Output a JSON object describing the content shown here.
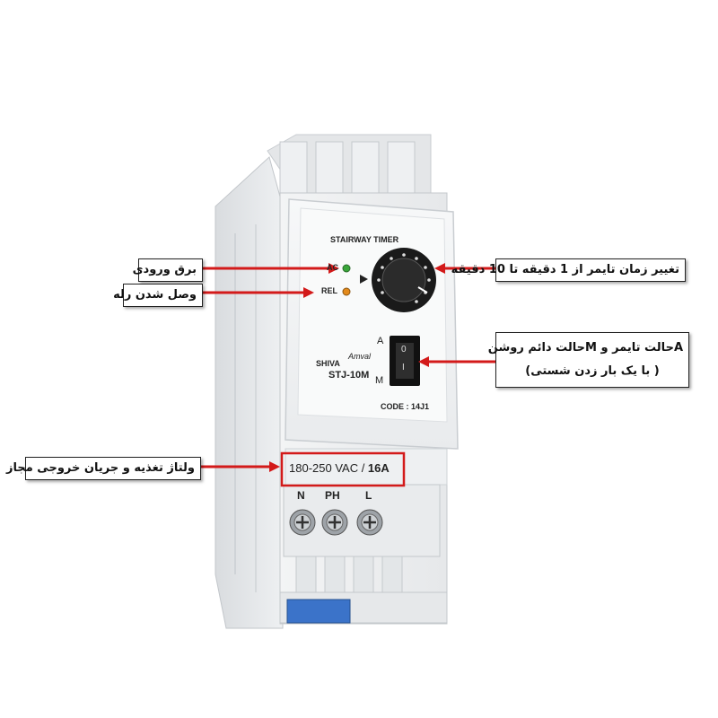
{
  "device": {
    "header": "STAIRWAY TIMER",
    "ac_label": "AC",
    "rel_label": "REL",
    "brand_left": "SHIVA",
    "brand_right": "Amval",
    "model": "STJ-10M",
    "code": "CODE : 14J1",
    "switch_top_label": "A",
    "switch_bottom_label": "M",
    "switch_top_mark": "0",
    "switch_bottom_mark": "I",
    "rating_voltage": "180-250 VAC / ",
    "rating_current": "16A",
    "terminal_labels": [
      "N",
      "PH",
      "L"
    ]
  },
  "callouts": {
    "power_input": "برق ورودی",
    "relay_on": "وصل شدن رله",
    "timer_range": "تغییر زمان تایمر از 1 دقیقه تا 10 دقیقه",
    "mode_line1": "Aحالت تایمر و Mحالت دائم روشن",
    "mode_line2": "( با یک بار زدن شستی)",
    "supply_rating": "ولتاژ تغذیه و جریان خروجی مجاز"
  },
  "colors": {
    "arrow": "#d31a1a",
    "ac_led": "#3aa63a",
    "rel_led": "#e38a1c",
    "terminal_blue": "#3b73c9",
    "rating_box": "#d31a1a"
  }
}
